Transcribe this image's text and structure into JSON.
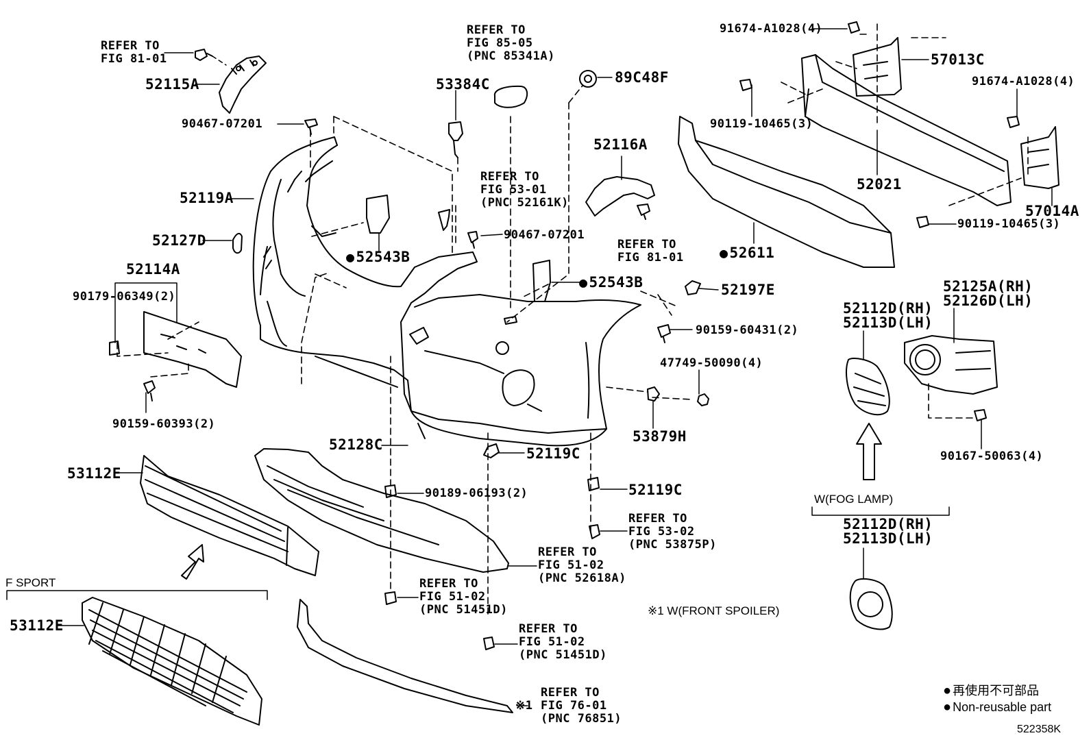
{
  "labels": {
    "l_52115A": "52115A",
    "l_90467a": "90467-07201",
    "l_52119A": "52119A",
    "l_52127D": "52127D",
    "l_52114A": "52114A",
    "l_90179": "90179-06349(2)",
    "l_90159_60393": "90159-60393(2)",
    "l_53112E_a": "53112E",
    "l_53112E_b": "53112E",
    "l_53384C": "53384C",
    "l_89C48F": "89C48F",
    "l_52116A": "52116A",
    "l_90467b": "90467-07201",
    "l_52543B_a": "52543B",
    "l_52543B_b": "52543B",
    "l_52197E": "52197E",
    "l_90159_60431": "90159-60431(2)",
    "l_47749": "47749-50090(4)",
    "l_53879H": "53879H",
    "l_52128C": "52128C",
    "l_52119C_a": "52119C",
    "l_52119C_b": "52119C",
    "l_90189": "90189-06193(2)",
    "l_91674_a": "91674-A1028(4)",
    "l_91674_b": "91674-A1028(4)",
    "l_57013C": "57013C",
    "l_57014A": "57014A",
    "l_90119_a": "90119-10465(3)",
    "l_90119_b": "90119-10465(3)",
    "l_52021": "52021",
    "l_52611": "52611",
    "l_52125A": "52125A(RH)",
    "l_52126D": "52126D(LH)",
    "l_52112D_a": "52112D(RH)",
    "l_52113D_a": "52113D(LH)",
    "l_52112D_b": "52112D(RH)",
    "l_52113D_b": "52113D(LH)",
    "l_90167": "90167-50063(4)",
    "l_fog": "W(FOG LAMP)",
    "l_fsport": "F SPORT",
    "l_spoiler": "※1 W(FRONT SPOILER)",
    "r_81_01a": "REFER TO\nFIG 81-01",
    "r_85_05": "REFER TO\nFIG 85-05\n(PNC 85341A)",
    "r_53_01": "REFER TO\nFIG 53-01\n(PNC 52161K)",
    "r_81_01b": "REFER TO\nFIG 81-01",
    "r_53_02": "REFER TO\nFIG 53-02\n(PNC 53875P)",
    "r_51_02a": "REFER TO\nFIG 51-02\n(PNC 52618A)",
    "r_51_02b": "REFER TO\nFIG 51-02\n(PNC 51451D)",
    "r_51_02c": "REFER TO\nFIG 51-02\n(PNC 51451D)",
    "r_76_01": "REFER TO\nFIG 76-01\n(PNC 76851)",
    "mark_76": "※1",
    "legend_jp": "再使用不可部品",
    "legend_en": "Non-reusable part",
    "fig_code": "522358K"
  }
}
